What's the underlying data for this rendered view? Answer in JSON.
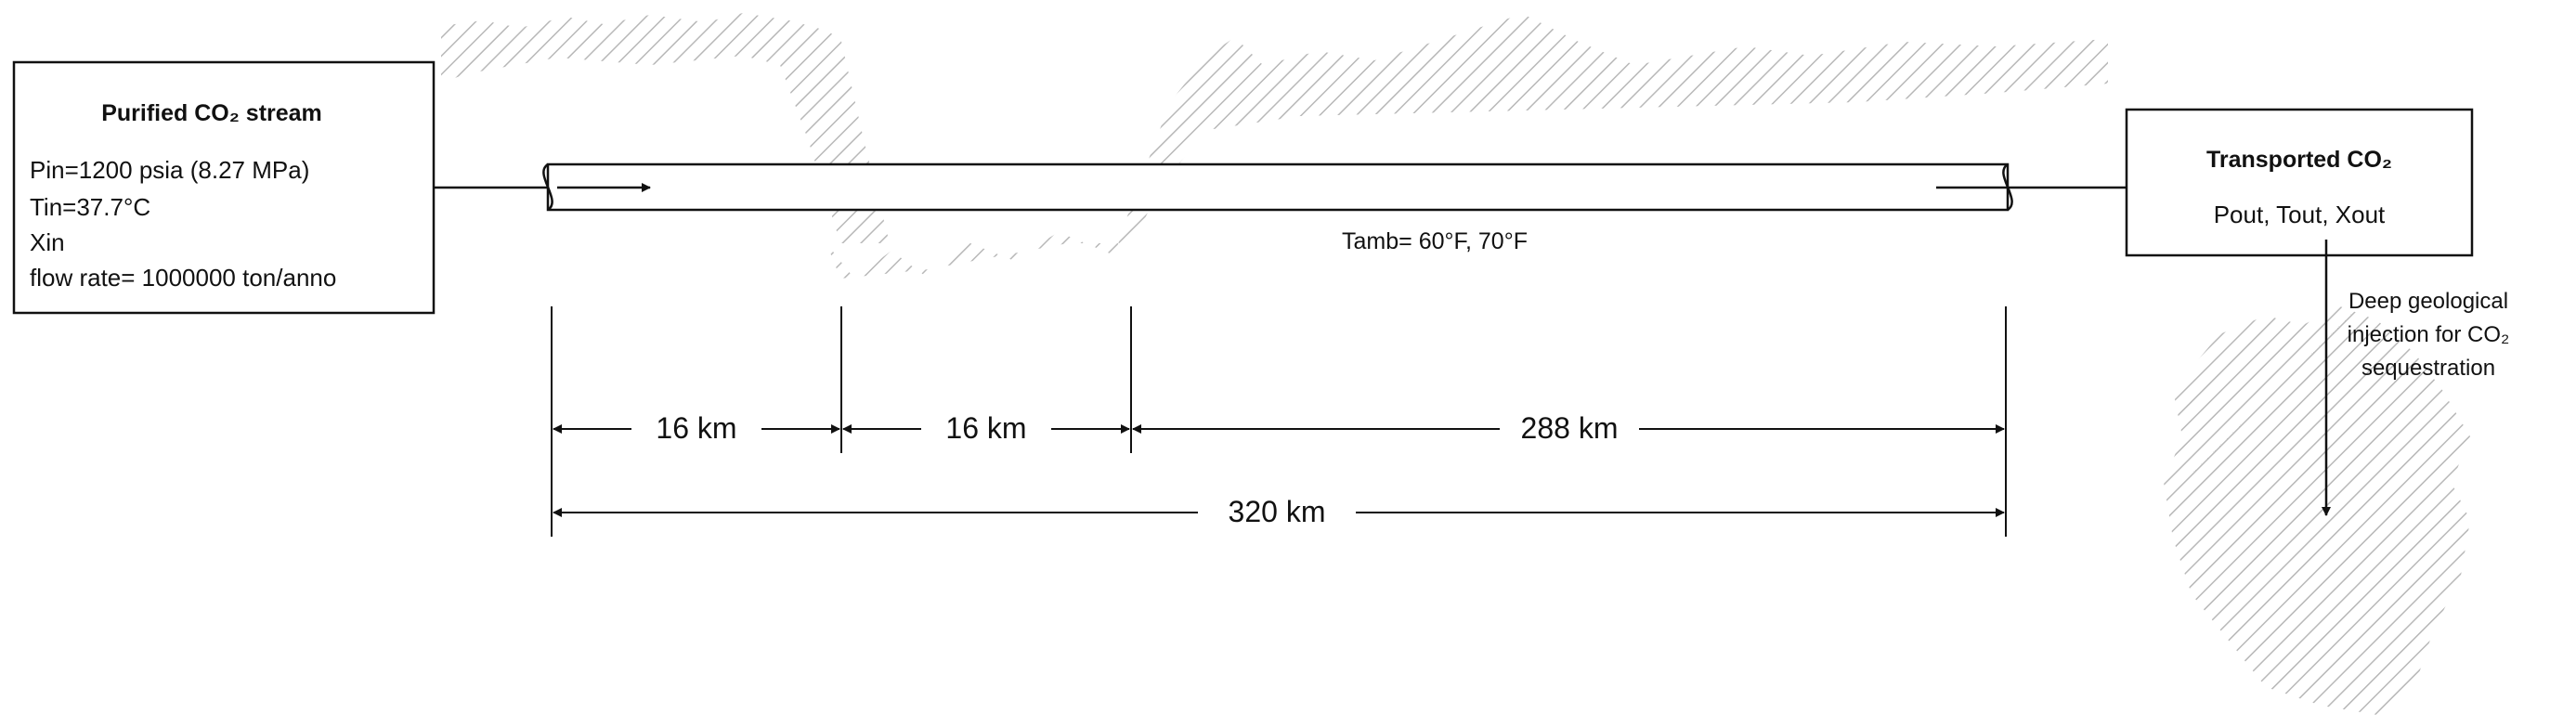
{
  "source_box": {
    "title": "Purified CO₂ stream",
    "lines": [
      "Pin=1200 psia (8.27 MPa)",
      "Tin=37.7°C",
      "Xin",
      "flow rate= 1000000 ton/anno"
    ]
  },
  "dest_box": {
    "title": "Transported CO₂",
    "subtitle": "Pout, Tout, Xout"
  },
  "ambient": "Tamb= 60°F, 70°F",
  "injection": [
    "Deep geological",
    "injection for CO₂",
    "sequestration"
  ],
  "dimensions": {
    "seg1": "16 km",
    "seg2": "16 km",
    "seg3": "288 km",
    "total": "320 km"
  }
}
